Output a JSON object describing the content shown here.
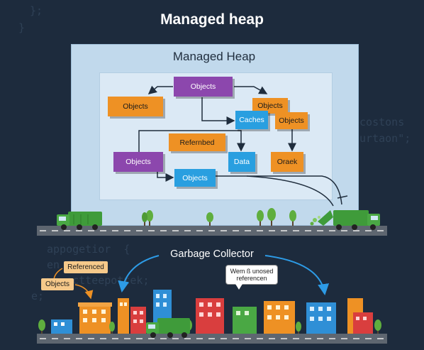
{
  "title": "Managed heap",
  "heap": {
    "title": "Managed Heap",
    "objects_top": "Objects",
    "objects_left": "Objects",
    "caches": "Caches",
    "objects_orange_1": "Objects",
    "objects_orange_2": "Objects",
    "referenced": "Refernbed",
    "objects_purple": "Objects",
    "objects_blue": "Objects",
    "data": "Data",
    "orek": "Oraek"
  },
  "garbage_collector": {
    "label": "Garbage Collector",
    "referenced_tag": "Referenced",
    "objects_tag": "Objects",
    "bubble_line1": "Wem ß unosed",
    "bubble_line2": "referencen"
  },
  "code_bg": {
    "line1": "};",
    "line2": "}",
    "line3": "ecostons",
    "line4": "durtaon\";",
    "line5": "appogetior  {",
    "line6": "en  ipen\"",
    "line7": "ve ectteepottek;",
    "line8": "e;"
  },
  "colors": {
    "background": "#1d2b3d",
    "purple": "#8c47ad",
    "orange": "#ee9124",
    "blue": "#299fe0",
    "truck_green": "#3f9b3a"
  }
}
